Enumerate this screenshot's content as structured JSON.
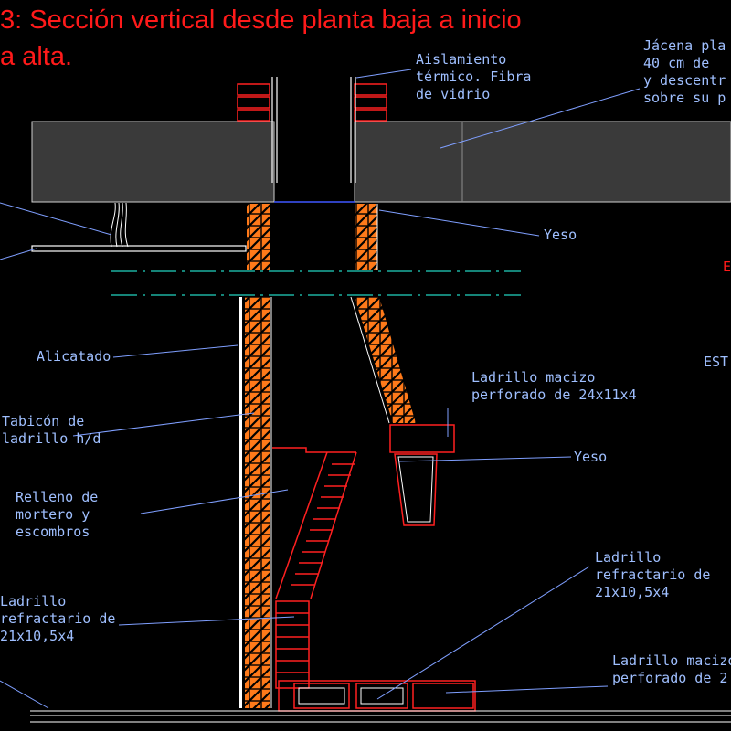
{
  "title": {
    "line1": "3: Sección vertical desde planta baja a inicio",
    "line2": "a alta."
  },
  "labels": {
    "aislamiento": "Aislamiento\ntérmico. Fibra\nde vidrio",
    "jacena": "Jácena pla\n40 cm de\ny descentr\nsobre su p",
    "yeso_top": "Yeso",
    "alicatado": "Alicatado",
    "tabicon": "Tabicón de\nladrillo h/d",
    "ladrillo_macizo_1": "Ladrillo macizo\nperforado de 24x11x4",
    "yeso_mid": "Yeso",
    "relleno": "Relleno de\nmortero y\nescombros",
    "refractario_right": "Ladrillo\nrefractario de\n21x10,5x4",
    "refractario_left": "Ladrillo\nrefractario de\n21x10,5x4",
    "ladrillo_macizo_2": "Ladrillo macizo\nperforado de 2"
  },
  "edge_labels": {
    "e": "E",
    "est": "EST"
  },
  "colors": {
    "background": "#000000",
    "title": "#ff1a1a",
    "label": "#9fbfff",
    "leader": "#7f9fff",
    "brick": "#ff7a1a",
    "red": "#ff2020",
    "slab": "#cfcfcf",
    "axis": "#22d3c0"
  }
}
